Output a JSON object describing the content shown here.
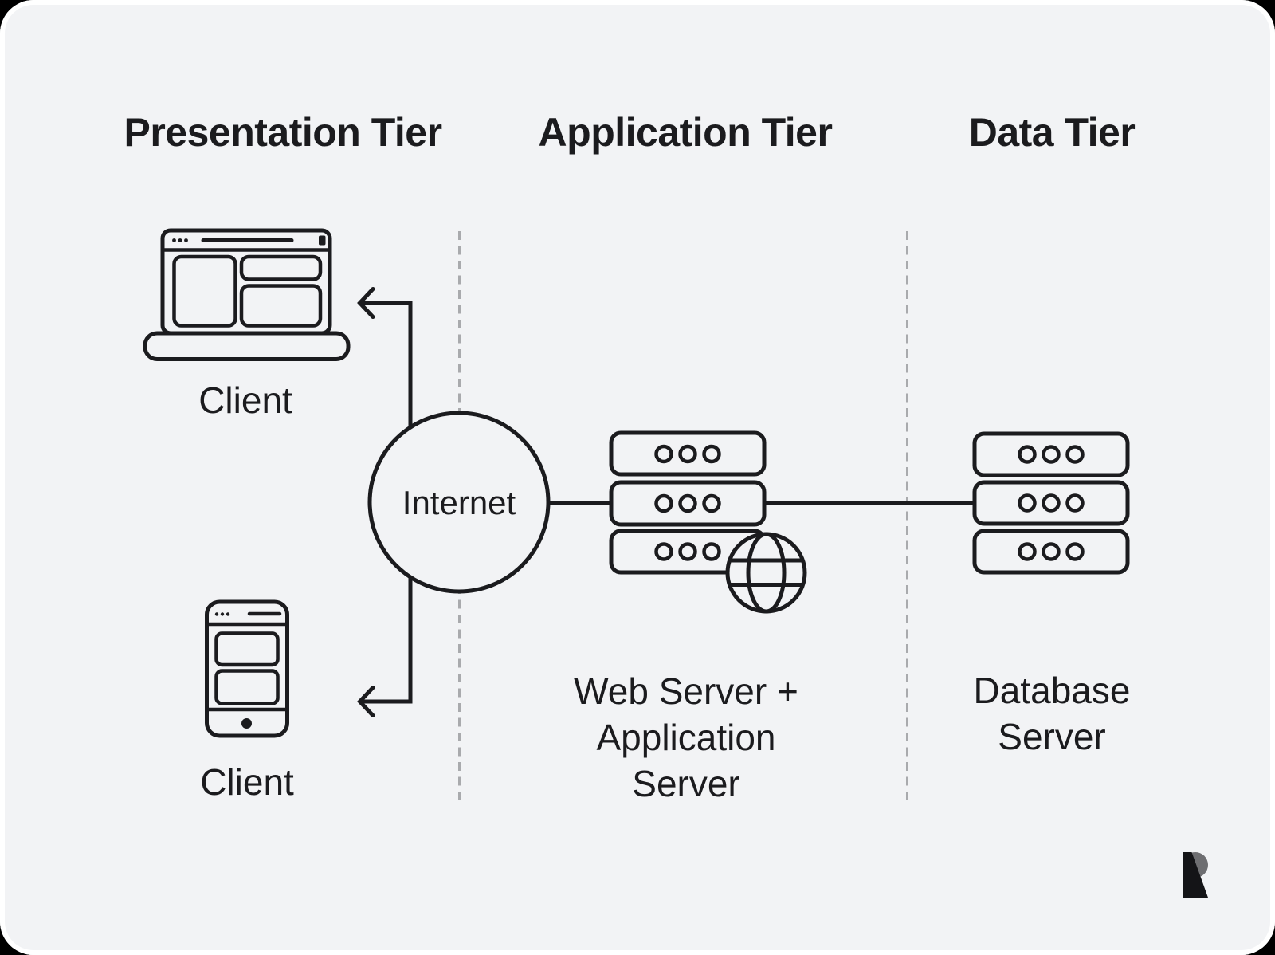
{
  "diagram": {
    "title_row": {
      "presentation_tier": "Presentation Tier",
      "application_tier": "Application Tier",
      "data_tier": "Data Tier"
    },
    "columns": [
      {
        "id": "presentation",
        "title": "Presentation Tier",
        "items": [
          {
            "icon": "laptop-browser-icon",
            "label": "Client"
          },
          {
            "icon": "smartphone-icon",
            "label": "Client"
          }
        ]
      },
      {
        "id": "application",
        "title": "Application Tier",
        "items": [
          {
            "icon": "server-stack-globe-icon",
            "label": "Web Server +\nApplication\nServer"
          }
        ]
      },
      {
        "id": "data",
        "title": "Data Tier",
        "items": [
          {
            "icon": "database-server-stack-icon",
            "label": "Database\nServer"
          }
        ]
      }
    ],
    "connector": {
      "hub_label": "Internet",
      "arrows": [
        "internet-to-laptop-client",
        "internet-to-phone-client"
      ],
      "links": [
        "internet-to-web-server",
        "web-server-to-database-server"
      ]
    },
    "icons": {
      "client_laptop": "laptop-browser-icon",
      "client_phone": "smartphone-icon",
      "internet_hub": "internet-circle",
      "app_server": "server-stack-globe-icon",
      "db_server": "database-server-stack-icon",
      "brand": "brand-logo-r-icon"
    },
    "colors": {
      "background": "#f2f3f5",
      "frame_border": "#ffffff",
      "outer": "#000000",
      "stroke": "#1b1b1e",
      "divider_dash": "#a9aaad",
      "logo_gray": "#6e6e71",
      "logo_black": "#141417"
    }
  }
}
